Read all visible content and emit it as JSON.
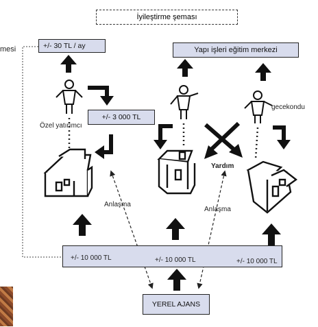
{
  "title": "İyileştirme şeması",
  "left_cut_text": "mesi",
  "boxes": {
    "rent": "+/- 30 TL / ay",
    "center": "Yapı işleri eğitim merkezi",
    "mid": "+/- 3 000 TL",
    "bottom_1": "+/- 10 000 TL",
    "bottom_2": "+/- 10 000 TL",
    "bottom_3": "+/- 10 000 TL",
    "agency": "YEREL AJANS"
  },
  "labels": {
    "investor": "Özel yatırımcı",
    "gecekondu": "gecekondu",
    "help": "Yardım",
    "agreement_left": "Anlaşma",
    "agreement_right": "Anlaşma"
  }
}
